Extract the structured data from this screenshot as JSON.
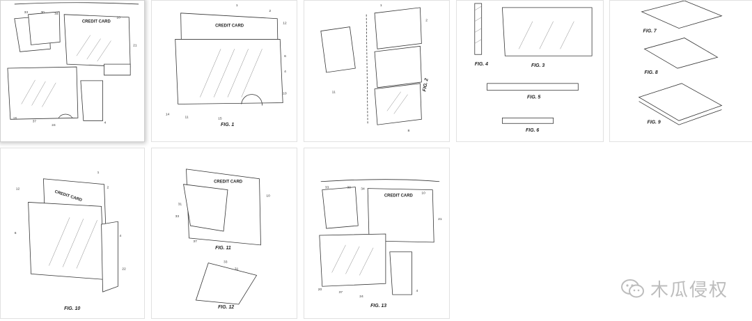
{
  "gallery": {
    "tiles": [
      {
        "id": "tile-1",
        "figure": "",
        "selected": true
      },
      {
        "id": "tile-2",
        "figure": "FIG. 1"
      },
      {
        "id": "tile-3",
        "figure": "FIG. 2"
      },
      {
        "id": "tile-4",
        "figure": "FIG. 3",
        "extra_labels": [
          "FIG. 4"
        ]
      },
      {
        "id": "tile-5",
        "figure": "FIG. 7",
        "extra_labels": [
          "FIG. 8",
          "FIG. 9"
        ]
      },
      {
        "id": "tile-6",
        "figure": "FIG. 10"
      },
      {
        "id": "tile-7",
        "figure": "FIG. 11",
        "extra_labels": [
          "FIG. 12"
        ]
      },
      {
        "id": "tile-8",
        "figure": "FIG. 13"
      }
    ],
    "fig5_label": "FIG. 5",
    "fig6_label": "FIG. 6",
    "card_text": "CREDIT CARD"
  },
  "watermark": {
    "text": "木瓜侵权",
    "icon": "wechat-icon",
    "color": "#bdbdbd"
  }
}
